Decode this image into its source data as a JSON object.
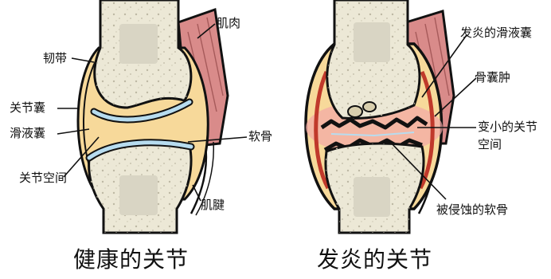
{
  "healthy": {
    "caption": "健康的关节",
    "labels": {
      "ligament": "韧带",
      "joint_capsule": "关节囊",
      "synovial_sac": "滑液囊",
      "joint_space": "关节空间",
      "muscle": "肌肉",
      "cartilage": "软骨",
      "tendon": "肌腱"
    }
  },
  "inflamed": {
    "caption": "发炎的关节",
    "labels": {
      "inflamed_synovium": "发炎的滑液囊",
      "bone_cyst": "骨囊肿",
      "narrowed_joint_space": "变小的关节空间",
      "eroded_cartilage": "被侵蚀的软骨"
    }
  },
  "colors": {
    "bone": "#ece8d6",
    "bone_speckle": "#bdb8a4",
    "marrow": "#d9d5c4",
    "synovial_fluid": "#f7d99a",
    "cartilage": "#b7dcef",
    "muscle": "#d98b8a",
    "inflammation": "#f2a6a6",
    "outline": "#111111"
  }
}
